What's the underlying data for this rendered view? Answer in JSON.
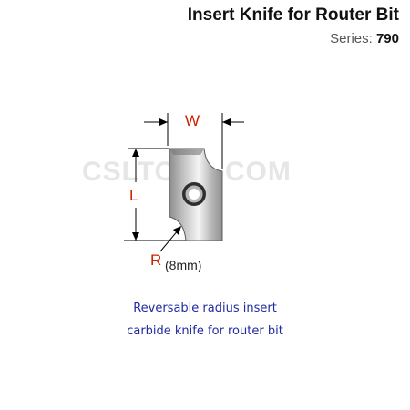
{
  "header": {
    "title": "Insert Knife for Router Bit",
    "series_label": "Series:",
    "series_number": "790"
  },
  "watermark": {
    "text": "CSLTOOL.COM"
  },
  "diagram": {
    "width_label": "W",
    "length_label": "L",
    "radius_label": "R",
    "radius_size": "(8mm)"
  },
  "description": {
    "line1": "Reversable radius insert",
    "line2": "carbide knife for router bit"
  },
  "colors": {
    "dimension_label": "#cc2200",
    "caption_text": "#1f2aa0",
    "title_text": "#111111",
    "watermark": "#e6e6e6"
  }
}
